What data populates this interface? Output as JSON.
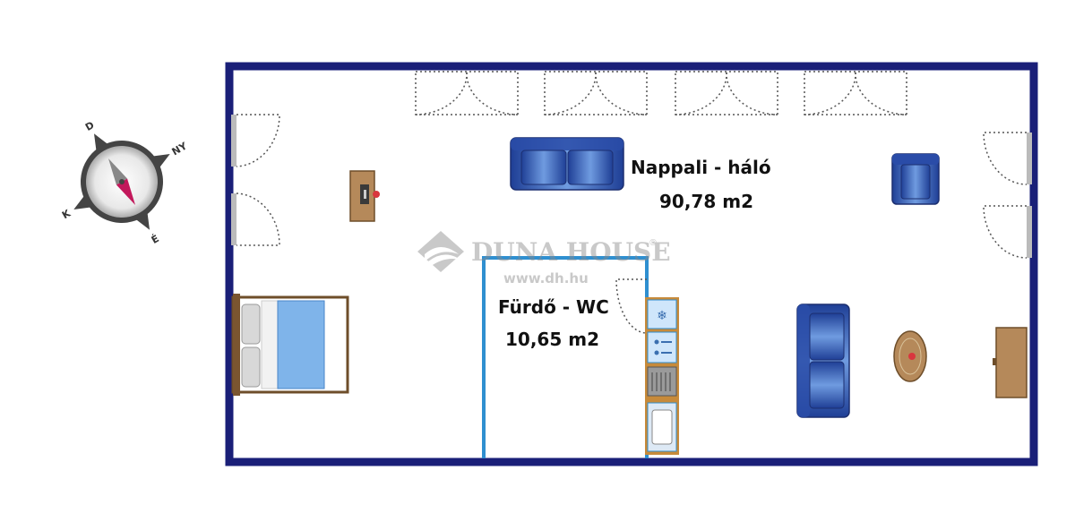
{
  "rooms": {
    "living": {
      "name": "Nappali - háló",
      "area": "90,78 m2"
    },
    "bath": {
      "name": "Fürdő - WC",
      "area": "10,65 m2"
    }
  },
  "watermark": {
    "brand": "DUNA HOUSE",
    "registered": "®",
    "url": "www.dh.hu"
  },
  "compass": {
    "north": "D",
    "west": "K",
    "east": "NY",
    "south": "É"
  },
  "colors": {
    "wall": "#1a1f78",
    "bath_wall": "#2f8fd0",
    "sofa": "#3f6fc0",
    "bed": "#7fb4ea",
    "wood": "#b5895a",
    "door_line": "#555555",
    "compass_needle": "#c2185b"
  }
}
